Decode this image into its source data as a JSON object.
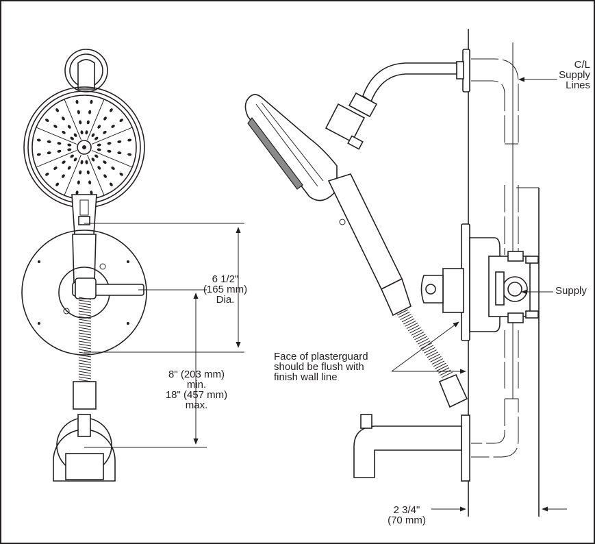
{
  "labels": {
    "cl_line1": "C/L",
    "cl_line2": "Supply",
    "cl_line3": "Lines",
    "supply": "Supply",
    "dia_line1": "6 1/2\"",
    "dia_line2": "(165 mm)",
    "dia_line3": "Dia.",
    "height_line1": "8\" (203 mm)",
    "height_line2": "min.",
    "height_line3": "18\" (457 mm)",
    "height_line4": "max.",
    "plaster_line1": "Face of plasterguard",
    "plaster_line2": "should be flush with",
    "plaster_line3": "finish wall line",
    "depth_line1": "2 3/4\"",
    "depth_line2": "(70 mm)"
  },
  "colors": {
    "line": "#231f20",
    "background": "#ffffff",
    "chrome_shade": "#8a8a8a"
  }
}
